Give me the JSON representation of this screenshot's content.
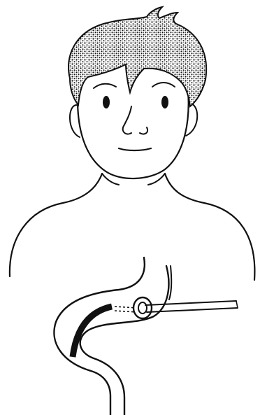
{
  "illustration": {
    "colors": {
      "background": "#ffffff",
      "ink": "#111111"
    },
    "parts": [
      "boy-head",
      "hair",
      "face",
      "torso-outline",
      "stomach-outline",
      "feeding-tube",
      "stoma-ring",
      "catheter-tip"
    ]
  }
}
